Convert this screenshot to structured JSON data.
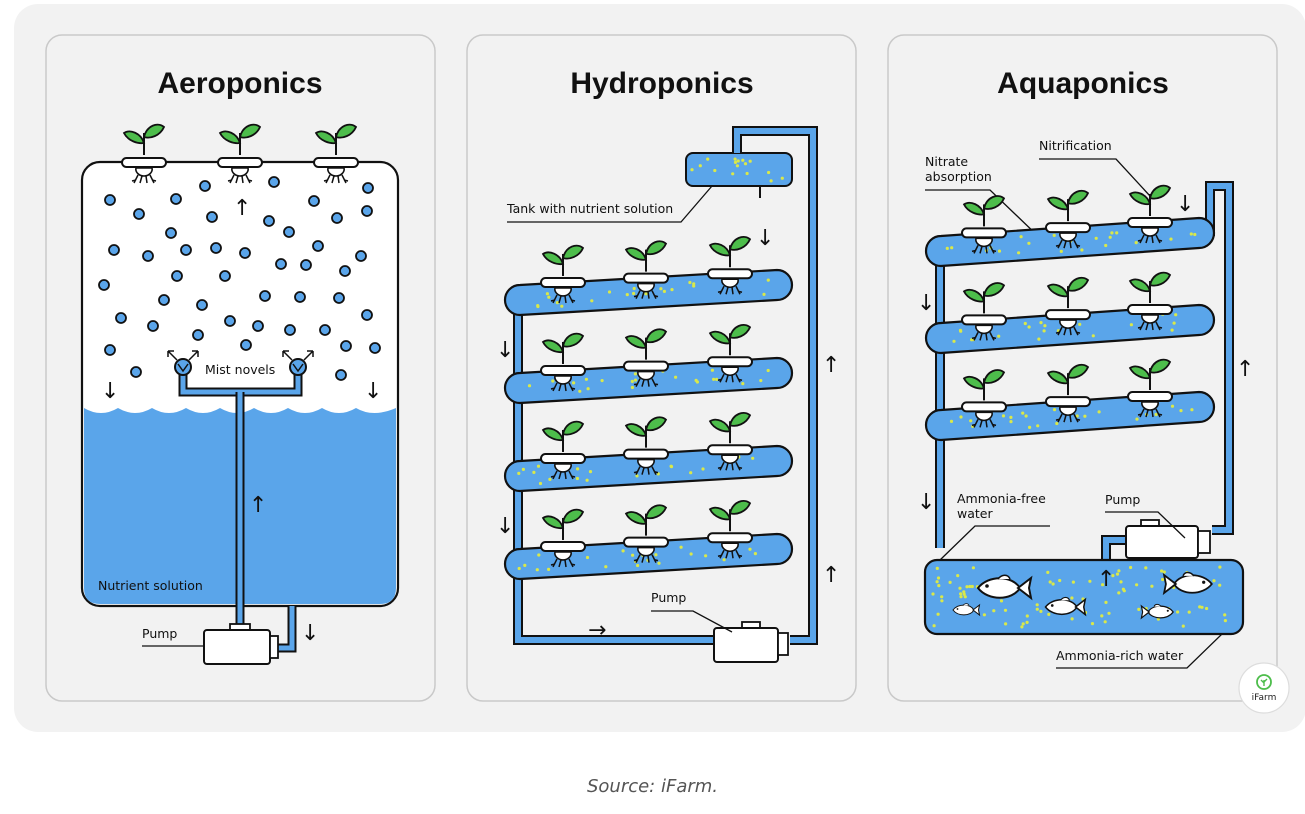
{
  "panels": {
    "aeroponics": {
      "title": "Aeroponics",
      "mist_label": "Mist novels",
      "solution_label": "Nutrient solution",
      "pump_label": "Pump"
    },
    "hydroponics": {
      "title": "Hydroponics",
      "tank_label": "Tank with nutrient solution",
      "pump_label": "Pump"
    },
    "aquaponics": {
      "title": "Aquaponics",
      "nitrification_label": "Nitrification",
      "nitrate_label_line1": "Nitrate",
      "nitrate_label_line2": "absorption",
      "ammonia_free_line1": "Ammonia-free",
      "ammonia_free_line2": "water",
      "pump_label": "Pump",
      "ammonia_rich_label": "Ammonia-rich water"
    }
  },
  "arrows": {
    "up": "↑",
    "down": "↓",
    "right": "→",
    "left": "←"
  },
  "logo": {
    "text": "iFarm"
  },
  "caption": "Source: iFarm.",
  "colors": {
    "water": "#5aa5ea",
    "nutrient_dot": "#d9e84a",
    "plant": "#4dbd4b",
    "background": "#f2f2f2",
    "outline": "#111111"
  }
}
